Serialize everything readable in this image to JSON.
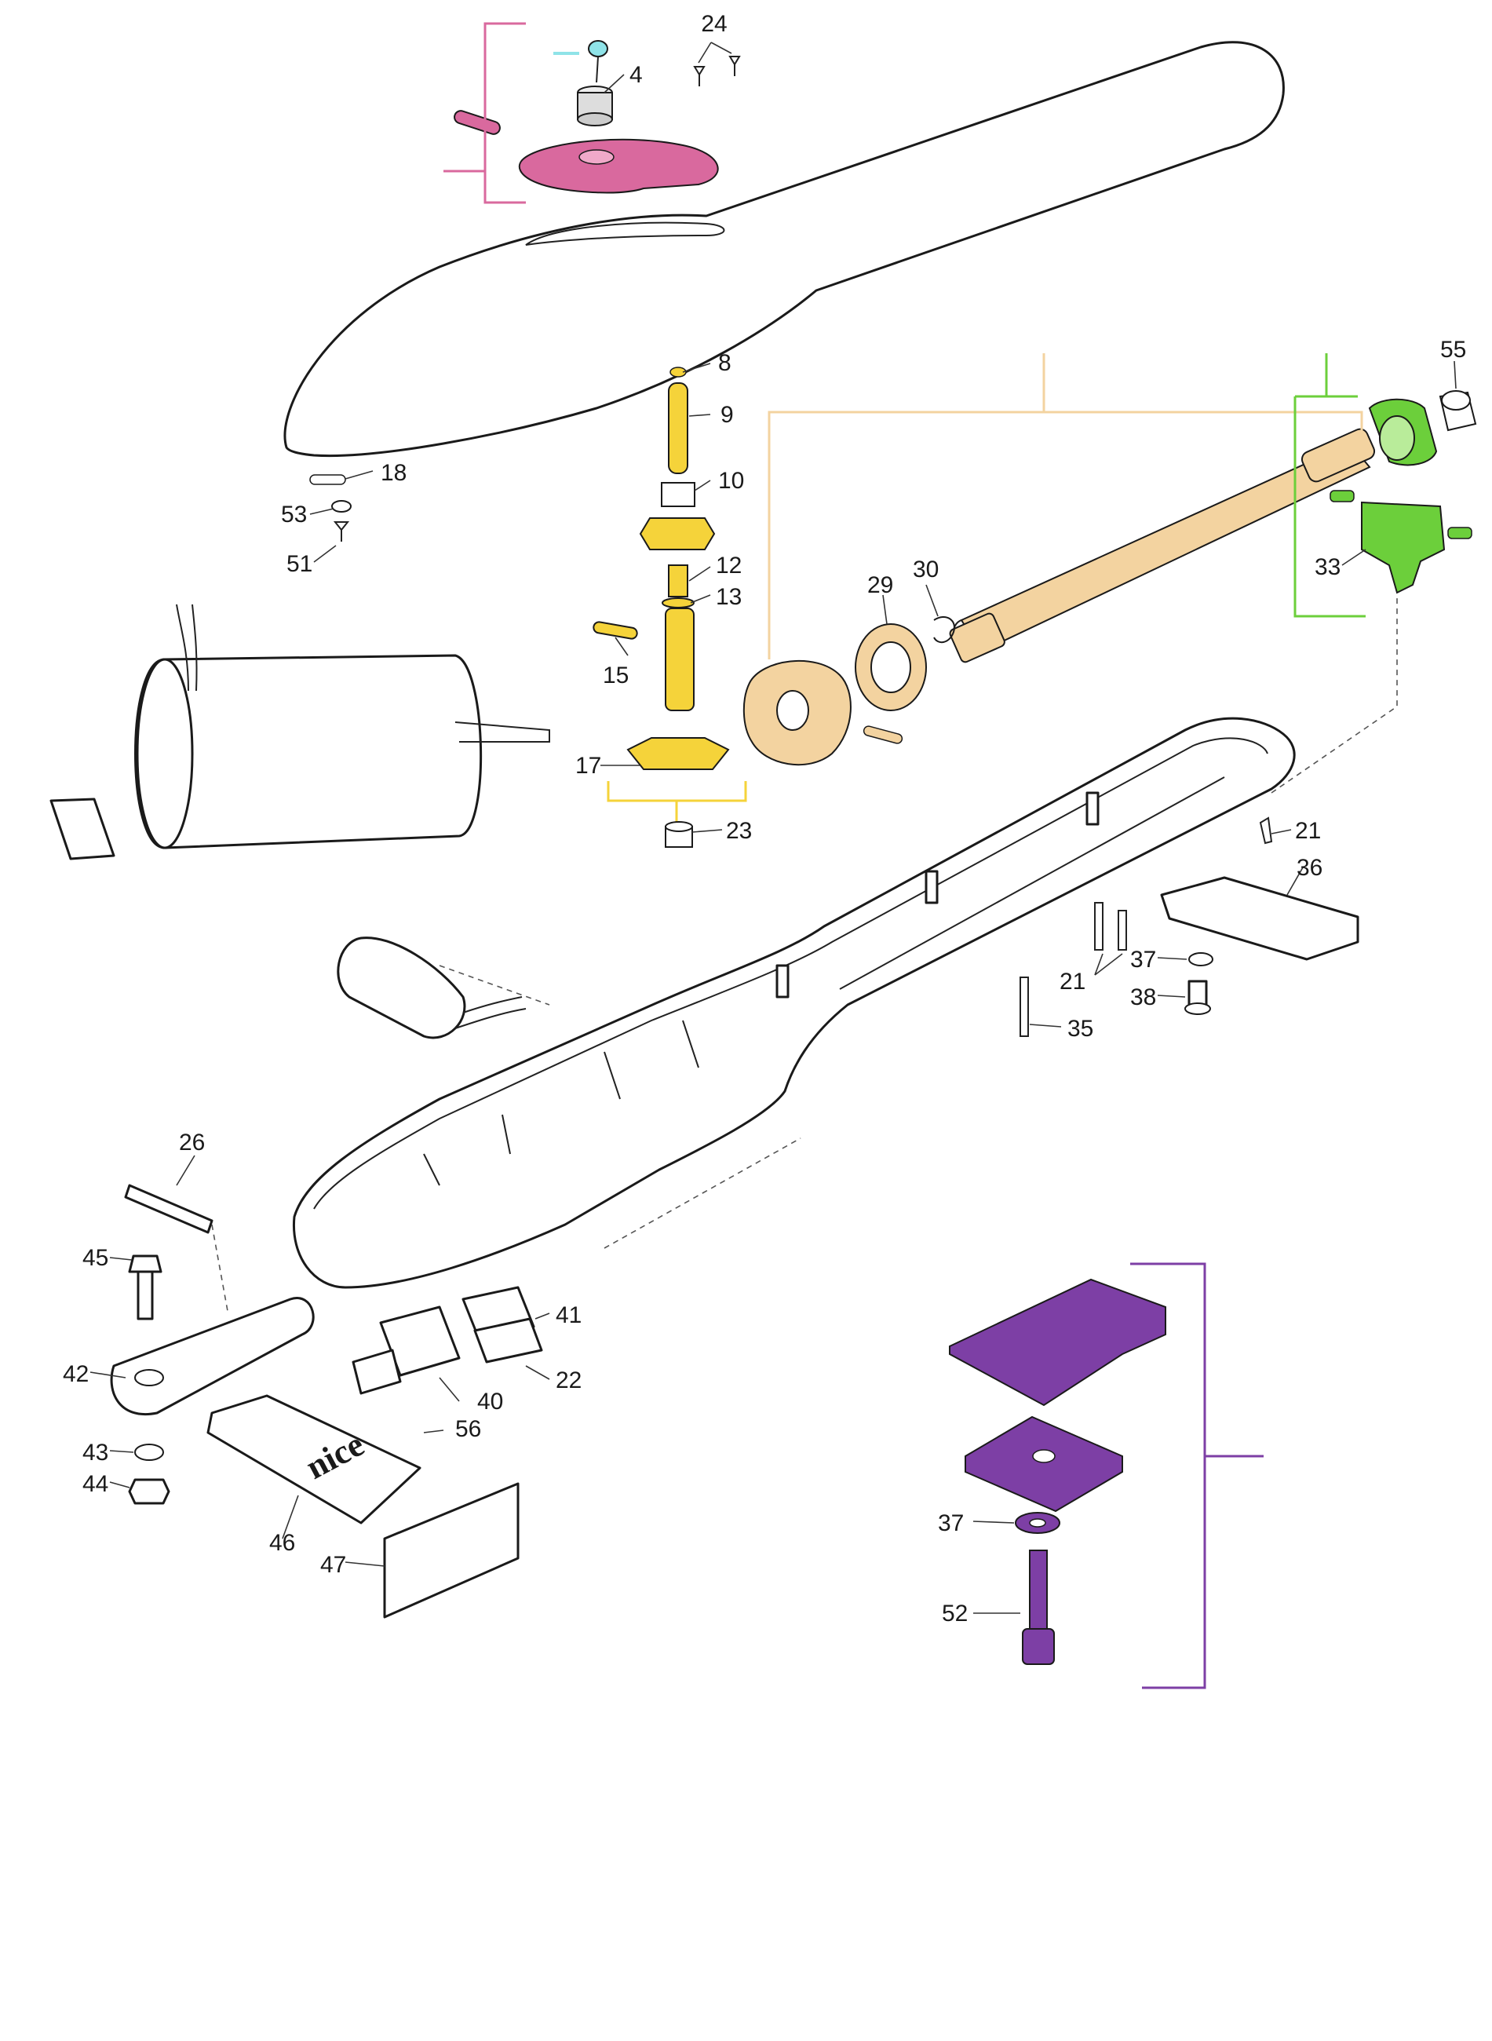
{
  "colors": {
    "pink": "#d9699e",
    "orange": "#f3d3a0",
    "yellow": "#f5d33a",
    "green": "#6ccf3b",
    "purple": "#7d3fa5",
    "cyan": "#8fe3e8",
    "line": "#1a1a1a"
  },
  "brand_text": "nice",
  "labels": {
    "p4": "4",
    "p8": "8",
    "p9": "9",
    "p10": "10",
    "p12": "12",
    "p13": "13",
    "p15": "15",
    "p17": "17",
    "p18": "18",
    "p21a": "21",
    "p21b": "21",
    "p22": "22",
    "p23": "23",
    "p24": "24",
    "p26": "26",
    "p29": "29",
    "p30": "30",
    "p33": "33",
    "p35": "35",
    "p36": "36",
    "p37a": "37",
    "p37b": "37",
    "p38": "38",
    "p40": "40",
    "p41": "41",
    "p42": "42",
    "p43": "43",
    "p44": "44",
    "p45": "45",
    "p46": "46",
    "p47": "47",
    "p51": "51",
    "p52": "52",
    "p53": "53",
    "p55": "55",
    "p56": "56"
  },
  "icons": {
    "key": "key-icon",
    "screw": "screw-icon",
    "washer": "washer-icon",
    "nut": "nut-icon"
  }
}
